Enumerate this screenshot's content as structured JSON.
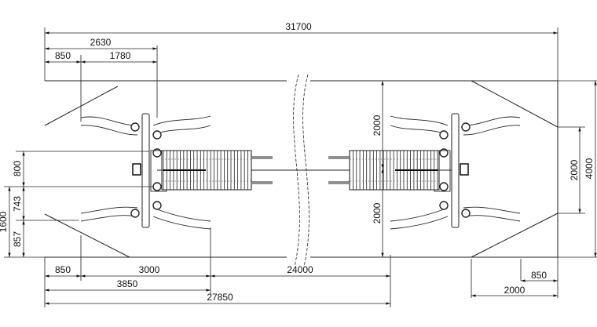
{
  "dimensions": {
    "total_length": "31700",
    "top_offset": "2630",
    "top_a": "850",
    "top_b": "1780",
    "left_800": "800",
    "left_743": "743",
    "left_857": "857",
    "left_1600": "1600",
    "bottom_850": "850",
    "bottom_3000": "3000",
    "bottom_24000": "24000",
    "bottom_3850": "3850",
    "bottom_27850": "27850",
    "center_upper_2000": "2000",
    "center_lower_2000": "2000",
    "right_2000": "2000",
    "right_4000": "4000",
    "br_850": "850",
    "br_2000": "2000"
  }
}
